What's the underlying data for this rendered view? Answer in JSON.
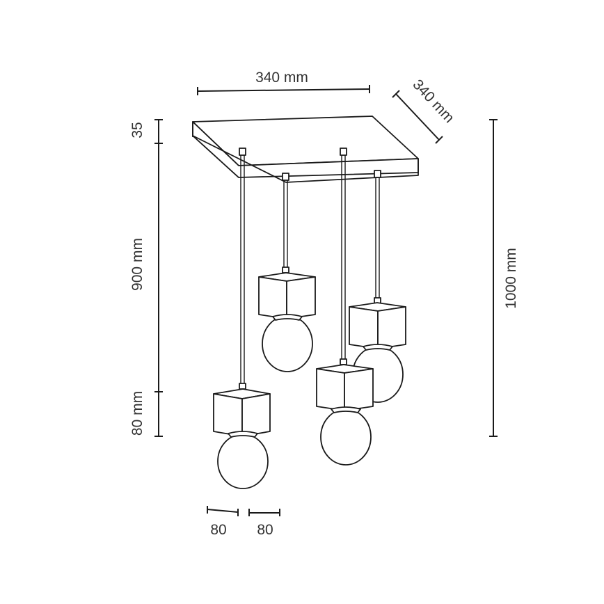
{
  "dimensions": {
    "width_top": "340 mm",
    "depth_diagonal": "340 mm",
    "canopy_height": "35",
    "drop_length": "900 mm",
    "shade_height": "80 mm",
    "total_height": "1000 mm",
    "shade_width_a": "80",
    "shade_width_b": "80"
  }
}
